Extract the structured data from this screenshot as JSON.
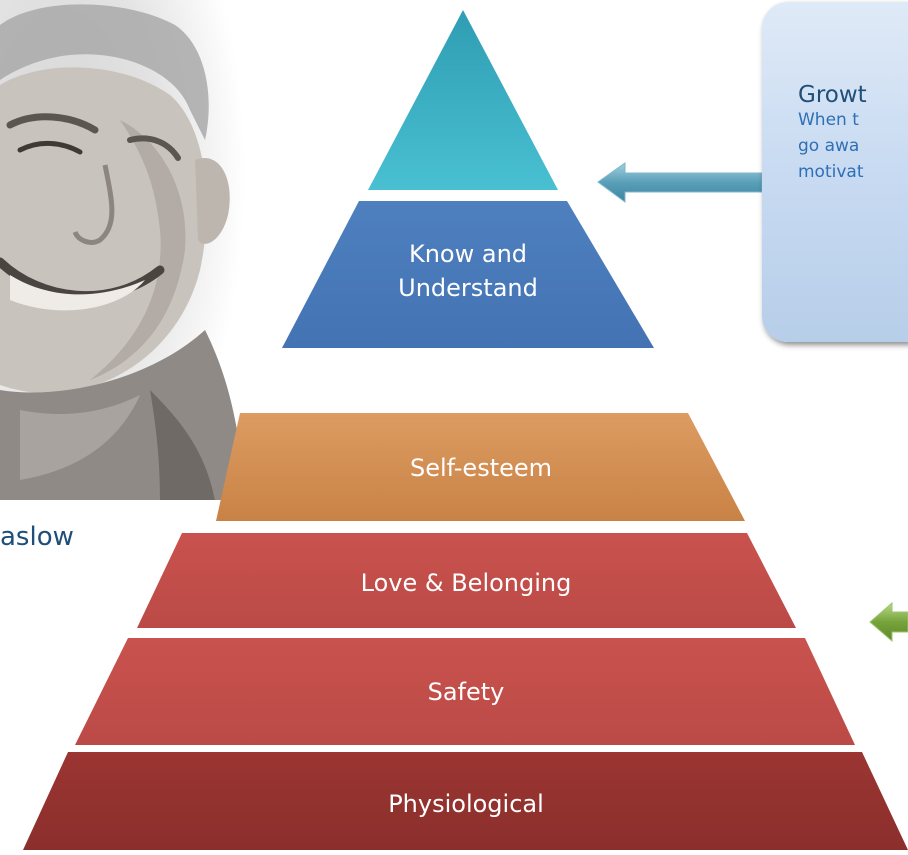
{
  "photo": {
    "caption": "aslow"
  },
  "pyramid": {
    "top_tier": {
      "lines": [
        "Know and",
        "Understand"
      ]
    },
    "tiers": [
      {
        "key": "self_esteem",
        "label": "Self-esteem"
      },
      {
        "key": "love",
        "label": "Love & Belonging"
      },
      {
        "key": "safety",
        "label": "Safety"
      },
      {
        "key": "physiological",
        "label": "Physiological"
      }
    ]
  },
  "growth_box": {
    "title": "Growt",
    "lines": [
      "When t",
      "go awa",
      "motivat"
    ]
  },
  "colors": {
    "apex": "#3fb3c7",
    "know": "#4f81bd",
    "self_esteem": "#cf8a4c",
    "love": "#c0504d",
    "safety": "#c0504d",
    "physiological": "#953734",
    "growth_arrow": "#5a9fb8",
    "deficiency_arrow": "#77a33b"
  }
}
